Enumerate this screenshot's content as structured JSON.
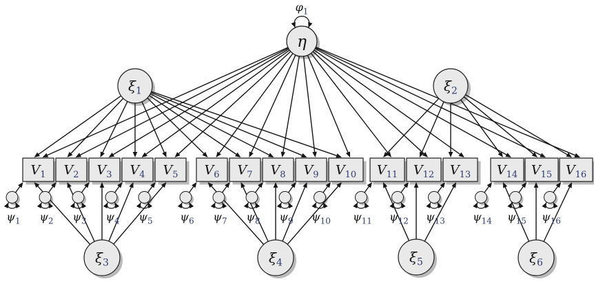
{
  "diagram": {
    "type": "sem-path-diagram",
    "description": "Bifactor structural equation model with one general factor, two second-order group factors, four lower group factors, sixteen observed variables and sixteen error terms",
    "background": "#ffffff",
    "colors": {
      "node_fill": "#e9e9e9",
      "node_stroke": "#1f1f1f",
      "shadow": "#b9b9b9",
      "line": "#161616",
      "text": "#141414",
      "subscript": "#2e3b6e"
    },
    "general_factor": {
      "id": "eta",
      "glyph": "η",
      "sub": ""
    },
    "variance_label": {
      "glyph": "φ",
      "sub": "1",
      "attached_to": "eta"
    },
    "upper_group_factors": [
      {
        "id": "xi1",
        "glyph": "ξ",
        "sub": "1"
      },
      {
        "id": "xi2",
        "glyph": "ξ",
        "sub": "2"
      }
    ],
    "lower_group_factors": [
      {
        "id": "xi3",
        "glyph": "ξ",
        "sub": "3"
      },
      {
        "id": "xi4",
        "glyph": "ξ",
        "sub": "4"
      },
      {
        "id": "xi5",
        "glyph": "ξ",
        "sub": "5"
      },
      {
        "id": "xi6",
        "glyph": "ξ",
        "sub": "6"
      }
    ],
    "observed_variables": [
      {
        "id": "v1",
        "glyph": "V",
        "sub": "1"
      },
      {
        "id": "v2",
        "glyph": "V",
        "sub": "2"
      },
      {
        "id": "v3",
        "glyph": "V",
        "sub": "3"
      },
      {
        "id": "v4",
        "glyph": "V",
        "sub": "4"
      },
      {
        "id": "v5",
        "glyph": "V",
        "sub": "5"
      },
      {
        "id": "v6",
        "glyph": "V",
        "sub": "6"
      },
      {
        "id": "v7",
        "glyph": "V",
        "sub": "7"
      },
      {
        "id": "v8",
        "glyph": "V",
        "sub": "8"
      },
      {
        "id": "v9",
        "glyph": "V",
        "sub": "9"
      },
      {
        "id": "v10",
        "glyph": "V",
        "sub": "10"
      },
      {
        "id": "v11",
        "glyph": "V",
        "sub": "11"
      },
      {
        "id": "v12",
        "glyph": "V",
        "sub": "12"
      },
      {
        "id": "v13",
        "glyph": "V",
        "sub": "13"
      },
      {
        "id": "v14",
        "glyph": "V",
        "sub": "14"
      },
      {
        "id": "v15",
        "glyph": "V",
        "sub": "15"
      },
      {
        "id": "v16",
        "glyph": "V",
        "sub": "16"
      }
    ],
    "error_terms": [
      {
        "id": "psi1",
        "glyph": "ψ",
        "sub": "1",
        "points_to": "v1"
      },
      {
        "id": "psi2",
        "glyph": "ψ",
        "sub": "2",
        "points_to": "v2"
      },
      {
        "id": "psi3",
        "glyph": "ψ",
        "sub": "3",
        "points_to": "v3"
      },
      {
        "id": "psi4",
        "glyph": "ψ",
        "sub": "4",
        "points_to": "v4"
      },
      {
        "id": "psi5",
        "glyph": "ψ",
        "sub": "5",
        "points_to": "v5"
      },
      {
        "id": "psi6",
        "glyph": "ψ",
        "sub": "6",
        "points_to": "v6"
      },
      {
        "id": "psi7",
        "glyph": "ψ",
        "sub": "7",
        "points_to": "v7"
      },
      {
        "id": "psi8",
        "glyph": "ψ",
        "sub": "8",
        "points_to": "v8"
      },
      {
        "id": "psi9",
        "glyph": "ψ",
        "sub": "9",
        "points_to": "v9"
      },
      {
        "id": "psi10",
        "glyph": "ψ",
        "sub": "10",
        "points_to": "v10"
      },
      {
        "id": "psi11",
        "glyph": "ψ",
        "sub": "11",
        "points_to": "v11"
      },
      {
        "id": "psi12",
        "glyph": "ψ",
        "sub": "12",
        "points_to": "v12"
      },
      {
        "id": "psi13",
        "glyph": "ψ",
        "sub": "13",
        "points_to": "v13"
      },
      {
        "id": "psi14",
        "glyph": "ψ",
        "sub": "14",
        "points_to": "v14"
      },
      {
        "id": "psi15",
        "glyph": "ψ",
        "sub": "15",
        "points_to": "v15"
      },
      {
        "id": "psi16",
        "glyph": "ψ",
        "sub": "16",
        "points_to": "v16"
      }
    ],
    "edges": [
      {
        "from": "eta",
        "to": [
          "v1",
          "v2",
          "v3",
          "v4",
          "v5",
          "v6",
          "v7",
          "v8",
          "v9",
          "v10",
          "v11",
          "v12",
          "v13",
          "v14",
          "v15",
          "v16"
        ]
      },
      {
        "from": "xi1",
        "to": [
          "v1",
          "v2",
          "v3",
          "v4",
          "v5",
          "v6",
          "v7",
          "v8",
          "v9",
          "v10"
        ]
      },
      {
        "from": "xi2",
        "to": [
          "v11",
          "v12",
          "v13",
          "v14",
          "v15",
          "v16"
        ]
      },
      {
        "from": "xi3",
        "to": [
          "v1",
          "v2",
          "v3",
          "v4",
          "v5"
        ]
      },
      {
        "from": "xi4",
        "to": [
          "v6",
          "v7",
          "v8",
          "v9",
          "v10"
        ]
      },
      {
        "from": "xi5",
        "to": [
          "v11",
          "v12",
          "v13"
        ]
      },
      {
        "from": "xi6",
        "to": [
          "v14",
          "v15",
          "v16"
        ]
      },
      {
        "from": "psi1",
        "to": [
          "v1"
        ]
      },
      {
        "from": "psi2",
        "to": [
          "v2"
        ]
      },
      {
        "from": "psi3",
        "to": [
          "v3"
        ]
      },
      {
        "from": "psi4",
        "to": [
          "v4"
        ]
      },
      {
        "from": "psi5",
        "to": [
          "v5"
        ]
      },
      {
        "from": "psi6",
        "to": [
          "v6"
        ]
      },
      {
        "from": "psi7",
        "to": [
          "v7"
        ]
      },
      {
        "from": "psi8",
        "to": [
          "v8"
        ]
      },
      {
        "from": "psi9",
        "to": [
          "v9"
        ]
      },
      {
        "from": "psi10",
        "to": [
          "v10"
        ]
      },
      {
        "from": "psi11",
        "to": [
          "v11"
        ]
      },
      {
        "from": "psi12",
        "to": [
          "v12"
        ]
      },
      {
        "from": "psi13",
        "to": [
          "v13"
        ]
      },
      {
        "from": "psi14",
        "to": [
          "v14"
        ]
      },
      {
        "from": "psi15",
        "to": [
          "v15"
        ]
      },
      {
        "from": "psi16",
        "to": [
          "v16"
        ]
      }
    ],
    "self_loops": [
      "eta",
      "psi1",
      "psi2",
      "psi3",
      "psi4",
      "psi5",
      "psi6",
      "psi7",
      "psi8",
      "psi9",
      "psi10",
      "psi11",
      "psi12",
      "psi13",
      "psi14",
      "psi15",
      "psi16"
    ]
  }
}
